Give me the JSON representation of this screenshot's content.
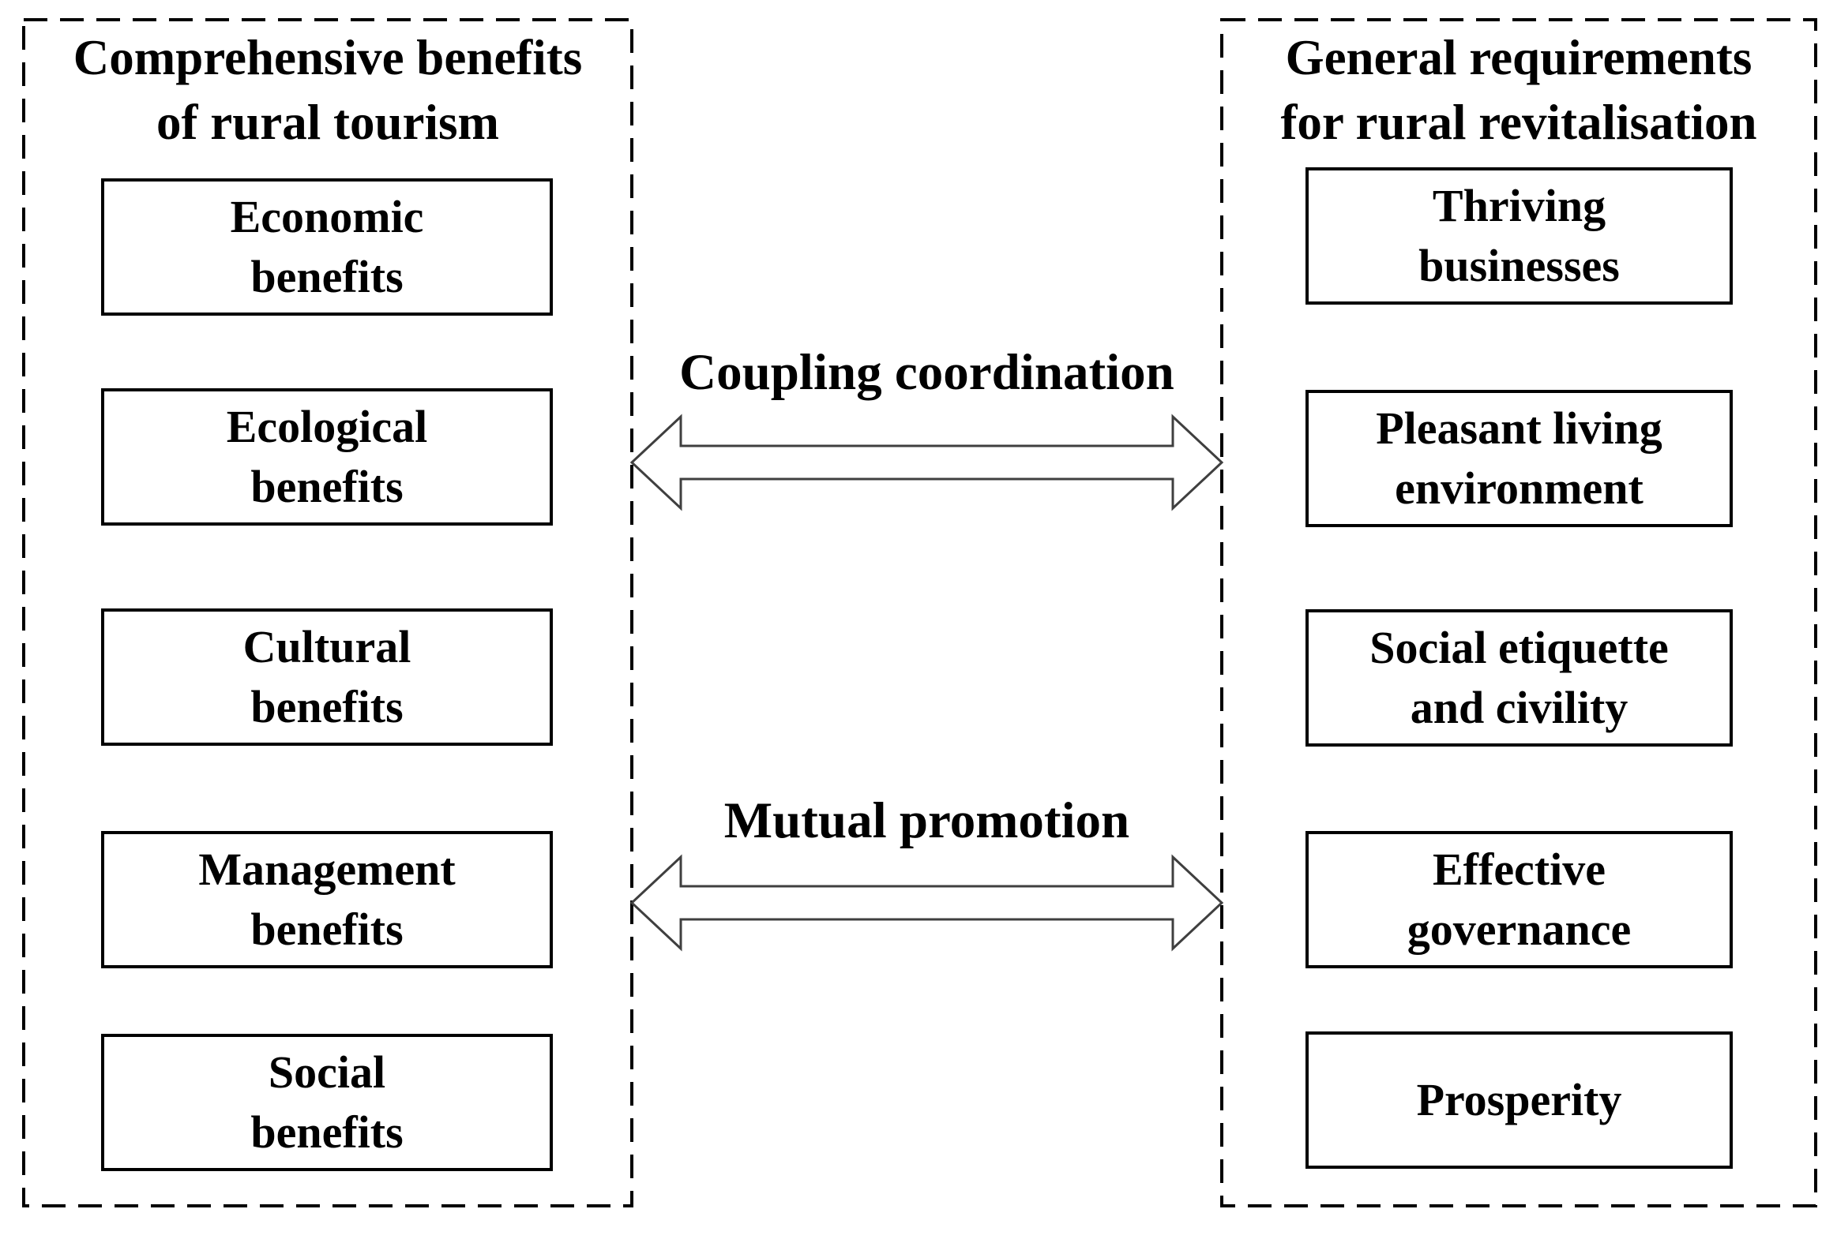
{
  "diagram": {
    "left_panel": {
      "title": "Comprehensive benefits\nof rural tourism",
      "boxes": [
        {
          "label": "Economic\nbenefits"
        },
        {
          "label": "Ecological\nbenefits"
        },
        {
          "label": "Cultural\nbenefits"
        },
        {
          "label": "Management\nbenefits"
        },
        {
          "label": "Social\nbenefits"
        }
      ]
    },
    "right_panel": {
      "title": "General requirements\nfor rural revitalisation",
      "boxes": [
        {
          "label": "Thriving\nbusinesses"
        },
        {
          "label": "Pleasant living\nenvironment"
        },
        {
          "label": "Social etiquette\nand civility"
        },
        {
          "label": "Effective\ngovernance"
        },
        {
          "label": "Prosperity"
        }
      ]
    },
    "connections": [
      {
        "label": "Coupling coordination",
        "type": "double-headed-arrow"
      },
      {
        "label": "Mutual promotion",
        "type": "double-headed-arrow"
      }
    ],
    "colors": {
      "background": "#ffffff",
      "text": "#000000",
      "box_border": "#000000",
      "panel_border": "#000000",
      "arrow_outline": "#3f3f3f",
      "arrow_fill": "#ffffff"
    }
  }
}
